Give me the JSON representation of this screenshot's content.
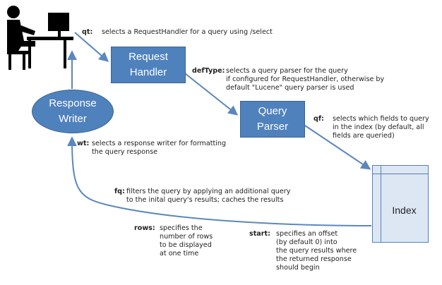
{
  "boxes": {
    "request_handler": [
      "Request",
      "Handler"
    ],
    "query_parser": [
      "Query",
      "Parser"
    ],
    "response_writer": [
      "Response",
      "Writer"
    ],
    "index": "Index"
  },
  "notes": {
    "qt": {
      "key": "qt:",
      "lines": [
        "selects a RequestHandler for a query using /select"
      ]
    },
    "deftype": {
      "key": "defType:",
      "lines": [
        "selects a query parser for the query",
        "if configured for RequestHandler, otherwise by",
        "default \"Lucene\" query parser is used"
      ]
    },
    "qf": {
      "key": "qf:",
      "lines": [
        "selects which fields to query",
        "in the index (by default, all",
        "fields are queried)"
      ]
    },
    "wt": {
      "key": "wt:",
      "lines": [
        "selects a response writer for formatting",
        "the query response"
      ]
    },
    "fq": {
      "key": "fq:",
      "lines": [
        "filters the query by applying an additional query",
        "to the inital query's results; caches the results"
      ]
    },
    "rows": {
      "key": "rows:",
      "lines": [
        "specifies the",
        "number of rows",
        "to be displayed",
        "at one time"
      ]
    },
    "start": {
      "key": "start:",
      "lines": [
        "specifies an offset",
        "(by default 0) into",
        "the query results where",
        "the returned response",
        "should begin"
      ]
    }
  },
  "colors": {
    "box_fill": "#4F81BD",
    "index_fill": "#DDE7F4",
    "arrow": "#5B87BF"
  },
  "icons": {
    "user": "person-at-computer-icon"
  }
}
